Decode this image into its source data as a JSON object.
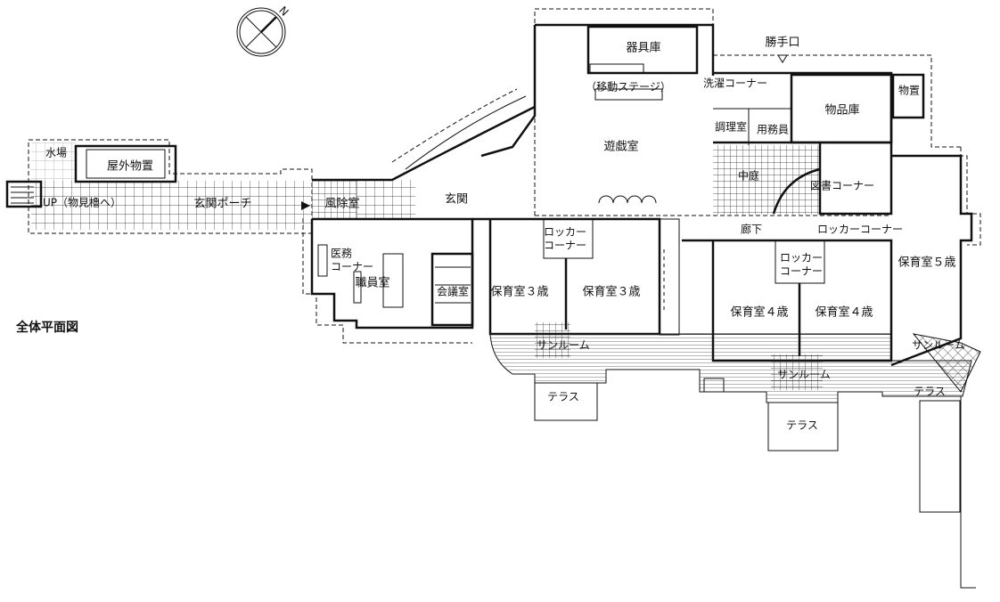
{
  "title": "全体平面図",
  "compass": {
    "north_label": "N"
  },
  "rooms": {
    "water": "水場",
    "outdoor_storage": "屋外物置",
    "up_stairs": "UP（物見櫓へ）",
    "porch": "玄関ポーチ",
    "windbreak": "風除室",
    "entrance": "玄関",
    "equipment_storage": "器具庫",
    "mobile_stage": "（移動ステージ）",
    "playroom": "遊戯室",
    "service_entrance": "勝手口",
    "laundry": "洗濯コーナー",
    "supply_storage": "物品庫",
    "storage": "物置",
    "kitchen": "調理室",
    "custodian": "用務員",
    "courtyard": "中庭",
    "library": "図書コーナー",
    "corridor": "廊下",
    "locker_corner": "ロッカーコーナー",
    "locker_a1": "ロッカー",
    "locker_a2": "コーナー",
    "locker_b1": "ロッカー",
    "locker_b2": "コーナー",
    "medical1": "医務",
    "medical2": "コーナー",
    "staff_room": "職員室",
    "meeting_room": "会議室",
    "nursery_3a": "保育室３歳",
    "nursery_3b": "保育室３歳",
    "nursery_4a": "保育室４歳",
    "nursery_4b": "保育室４歳",
    "nursery_5": "保育室５歳",
    "sunroom_1": "サンルーム",
    "sunroom_2": "サンルーム",
    "sunroom_3": "サンルーム",
    "terrace_1": "テラス",
    "terrace_2": "テラス",
    "terrace_3": "テラス"
  }
}
